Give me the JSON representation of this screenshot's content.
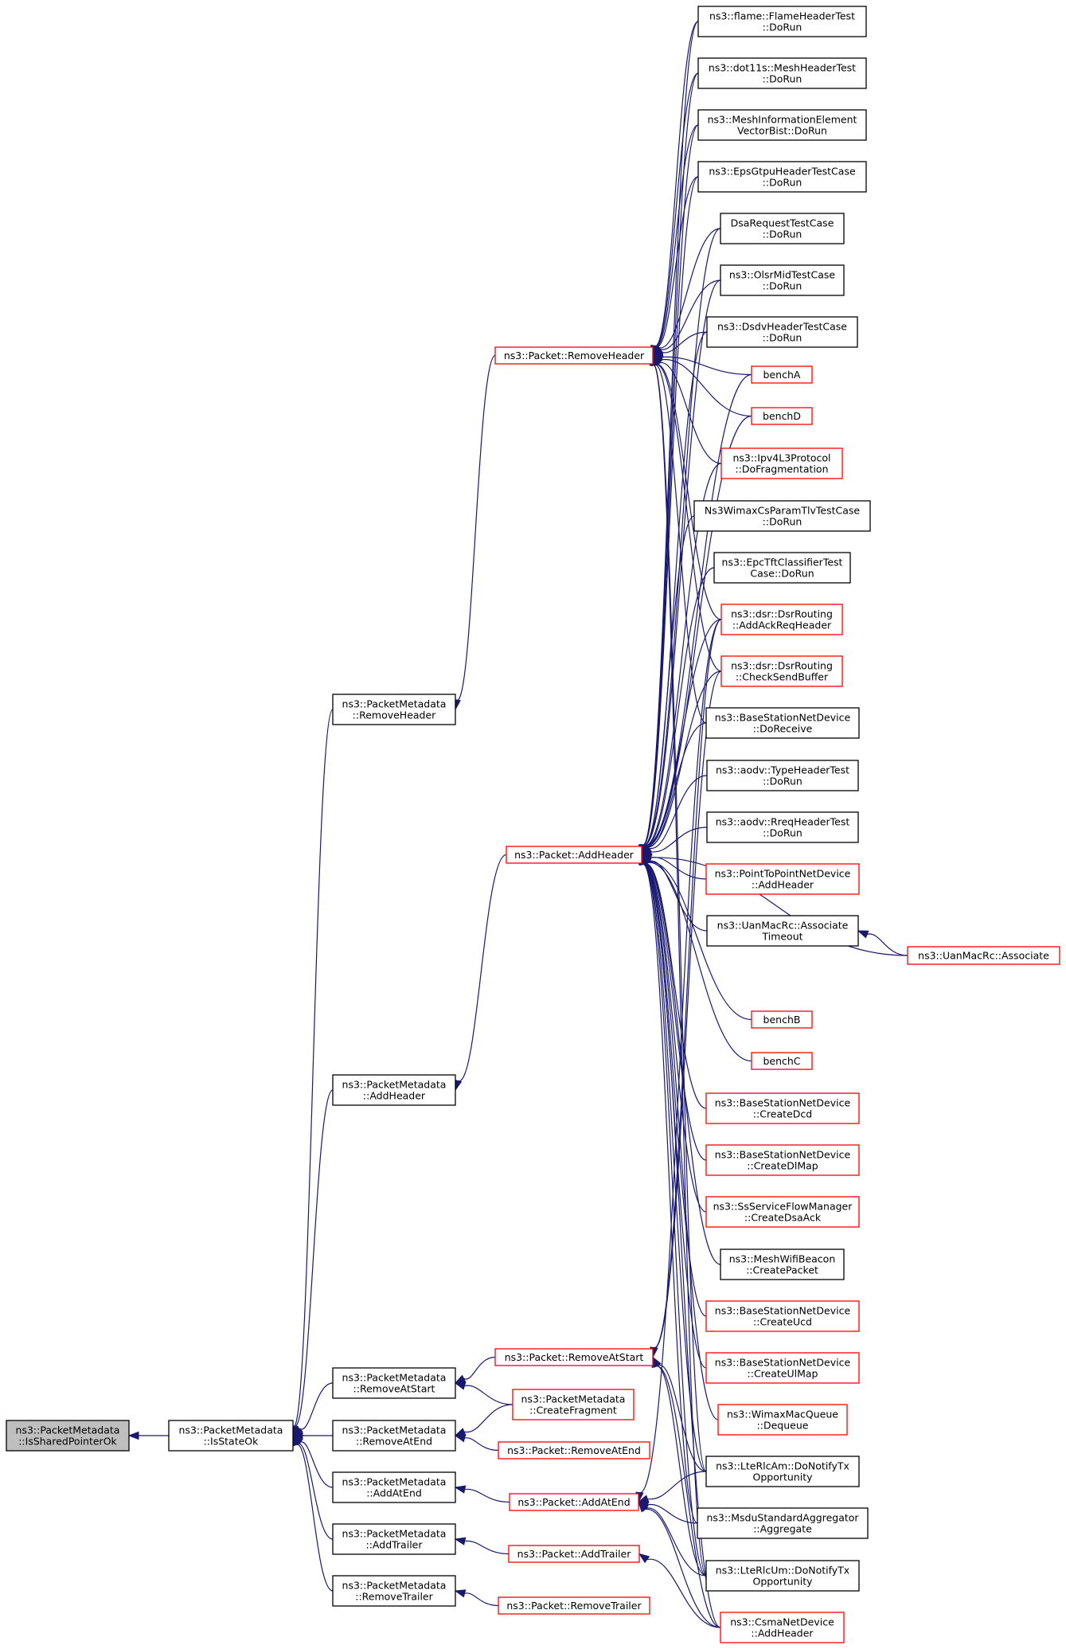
{
  "diagram": {
    "title": "",
    "edge_color": "#191970",
    "border_colors": {
      "black": "#000000",
      "red": "#ff0000",
      "root_fill": "#bfbfbf"
    },
    "nodes": [
      {
        "id": "root",
        "lines": [
          "ns3::PacketMetadata",
          "::IsSharedPointerOk"
        ],
        "style": "gray"
      },
      {
        "id": "isok",
        "lines": [
          "ns3::PacketMetadata",
          "::IsStateOk"
        ],
        "style": "black"
      },
      {
        "id": "pm_rh",
        "lines": [
          "ns3::PacketMetadata",
          "::RemoveHeader"
        ],
        "style": "black"
      },
      {
        "id": "pm_ah",
        "lines": [
          "ns3::PacketMetadata",
          "::AddHeader"
        ],
        "style": "black"
      },
      {
        "id": "pm_ras",
        "lines": [
          "ns3::PacketMetadata",
          "::RemoveAtStart"
        ],
        "style": "black"
      },
      {
        "id": "pm_rae",
        "lines": [
          "ns3::PacketMetadata",
          "::RemoveAtEnd"
        ],
        "style": "black"
      },
      {
        "id": "pm_aae",
        "lines": [
          "ns3::PacketMetadata",
          "::AddAtEnd"
        ],
        "style": "black"
      },
      {
        "id": "pm_at",
        "lines": [
          "ns3::PacketMetadata",
          "::AddTrailer"
        ],
        "style": "black"
      },
      {
        "id": "pm_rt",
        "lines": [
          "ns3::PacketMetadata",
          "::RemoveTrailer"
        ],
        "style": "black"
      },
      {
        "id": "p_rh",
        "lines": [
          "ns3::Packet::RemoveHeader"
        ],
        "style": "red"
      },
      {
        "id": "p_ah",
        "lines": [
          "ns3::Packet::AddHeader"
        ],
        "style": "red"
      },
      {
        "id": "p_ras",
        "lines": [
          "ns3::Packet::RemoveAtStart"
        ],
        "style": "red"
      },
      {
        "id": "pm_cf",
        "lines": [
          "ns3::PacketMetadata",
          "::CreateFragment"
        ],
        "style": "red"
      },
      {
        "id": "p_rae",
        "lines": [
          "ns3::Packet::RemoveAtEnd"
        ],
        "style": "red"
      },
      {
        "id": "p_aae",
        "lines": [
          "ns3::Packet::AddAtEnd"
        ],
        "style": "red"
      },
      {
        "id": "p_at",
        "lines": [
          "ns3::Packet::AddTrailer"
        ],
        "style": "red"
      },
      {
        "id": "p_rt",
        "lines": [
          "ns3::Packet::RemoveTrailer"
        ],
        "style": "red"
      },
      {
        "id": "flame",
        "lines": [
          "ns3::flame::FlameHeaderTest",
          "::DoRun"
        ],
        "style": "black"
      },
      {
        "id": "dot11s",
        "lines": [
          "ns3::dot11s::MeshHeaderTest",
          "::DoRun"
        ],
        "style": "black"
      },
      {
        "id": "meshie",
        "lines": [
          "ns3::MeshInformationElement",
          "VectorBist::DoRun"
        ],
        "style": "black"
      },
      {
        "id": "epsgtpu",
        "lines": [
          "ns3::EpsGtpuHeaderTestCase",
          "::DoRun"
        ],
        "style": "black"
      },
      {
        "id": "dsareq",
        "lines": [
          "DsaRequestTestCase",
          "::DoRun"
        ],
        "style": "black"
      },
      {
        "id": "olsrmid",
        "lines": [
          "ns3::OlsrMidTestCase",
          "::DoRun"
        ],
        "style": "black"
      },
      {
        "id": "dsdvhdr",
        "lines": [
          "ns3::DsdvHeaderTestCase",
          "::DoRun"
        ],
        "style": "black"
      },
      {
        "id": "bencha",
        "lines": [
          "benchA"
        ],
        "style": "red"
      },
      {
        "id": "benchd",
        "lines": [
          "benchD"
        ],
        "style": "red"
      },
      {
        "id": "ipv4frag",
        "lines": [
          "ns3::Ipv4L3Protocol",
          "::DoFragmentation"
        ],
        "style": "red"
      },
      {
        "id": "wimaxcs",
        "lines": [
          "Ns3WimaxCsParamTlvTestCase",
          "::DoRun"
        ],
        "style": "black"
      },
      {
        "id": "epctft",
        "lines": [
          "ns3::EpcTftClassifierTest",
          "Case::DoRun"
        ],
        "style": "black"
      },
      {
        "id": "dsrack",
        "lines": [
          "ns3::dsr::DsrRouting",
          "::AddAckReqHeader"
        ],
        "style": "red"
      },
      {
        "id": "dsrcheck",
        "lines": [
          "ns3::dsr::DsrRouting",
          "::CheckSendBuffer"
        ],
        "style": "red"
      },
      {
        "id": "bsrecv",
        "lines": [
          "ns3::BaseStationNetDevice",
          "::DoReceive"
        ],
        "style": "black"
      },
      {
        "id": "aodvtype",
        "lines": [
          "ns3::aodv::TypeHeaderTest",
          "::DoRun"
        ],
        "style": "black"
      },
      {
        "id": "aodvrreq",
        "lines": [
          "ns3::aodv::RreqHeaderTest",
          "::DoRun"
        ],
        "style": "black"
      },
      {
        "id": "p2pah",
        "lines": [
          "ns3::PointToPointNetDevice",
          "::AddHeader"
        ],
        "style": "red"
      },
      {
        "id": "uanto",
        "lines": [
          "ns3::UanMacRc::Associate",
          "Timeout"
        ],
        "style": "black"
      },
      {
        "id": "uanassoc",
        "lines": [
          "ns3::UanMacRc::Associate"
        ],
        "style": "red"
      },
      {
        "id": "benchb",
        "lines": [
          "benchB"
        ],
        "style": "red"
      },
      {
        "id": "benchc",
        "lines": [
          "benchC"
        ],
        "style": "red"
      },
      {
        "id": "bsdcd",
        "lines": [
          "ns3::BaseStationNetDevice",
          "::CreateDcd"
        ],
        "style": "red"
      },
      {
        "id": "bsdl",
        "lines": [
          "ns3::BaseStationNetDevice",
          "::CreateDlMap"
        ],
        "style": "red"
      },
      {
        "id": "ssdsa",
        "lines": [
          "ns3::SsServiceFlowManager",
          "::CreateDsaAck"
        ],
        "style": "red"
      },
      {
        "id": "meshwifi",
        "lines": [
          "ns3::MeshWifiBeacon",
          "::CreatePacket"
        ],
        "style": "black"
      },
      {
        "id": "bsucd",
        "lines": [
          "ns3::BaseStationNetDevice",
          "::CreateUcd"
        ],
        "style": "red"
      },
      {
        "id": "bsul",
        "lines": [
          "ns3::BaseStationNetDevice",
          "::CreateUlMap"
        ],
        "style": "red"
      },
      {
        "id": "wimaxq",
        "lines": [
          "ns3::WimaxMacQueue",
          "::Dequeue"
        ],
        "style": "red"
      },
      {
        "id": "lterlcam",
        "lines": [
          "ns3::LteRlcAm::DoNotifyTx",
          "Opportunity"
        ],
        "style": "black"
      },
      {
        "id": "msdu",
        "lines": [
          "ns3::MsduStandardAggregator",
          "::Aggregate"
        ],
        "style": "black"
      },
      {
        "id": "lterlcum",
        "lines": [
          "ns3::LteRlcUm::DoNotifyTx",
          "Opportunity"
        ],
        "style": "black"
      },
      {
        "id": "csma",
        "lines": [
          "ns3::CsmaNetDevice",
          "::AddHeader"
        ],
        "style": "red"
      }
    ]
  }
}
